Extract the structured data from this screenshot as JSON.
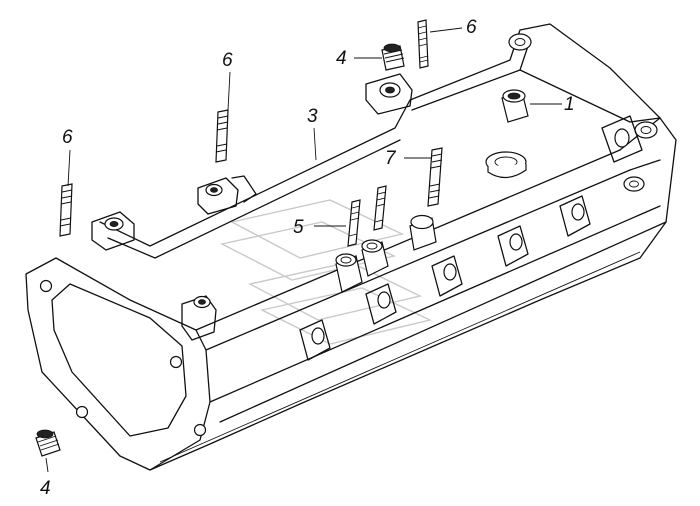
{
  "callouts": {
    "c1": "1",
    "c3": "3",
    "c4_top": "4",
    "c4_bottom": "4",
    "c5": "5",
    "c6_top": "6",
    "c6_mid": "6",
    "c6_left": "6",
    "c7": "7"
  },
  "colors": {
    "line": "#111111",
    "watermark": "#c9c9c9",
    "background": "#ffffff"
  }
}
